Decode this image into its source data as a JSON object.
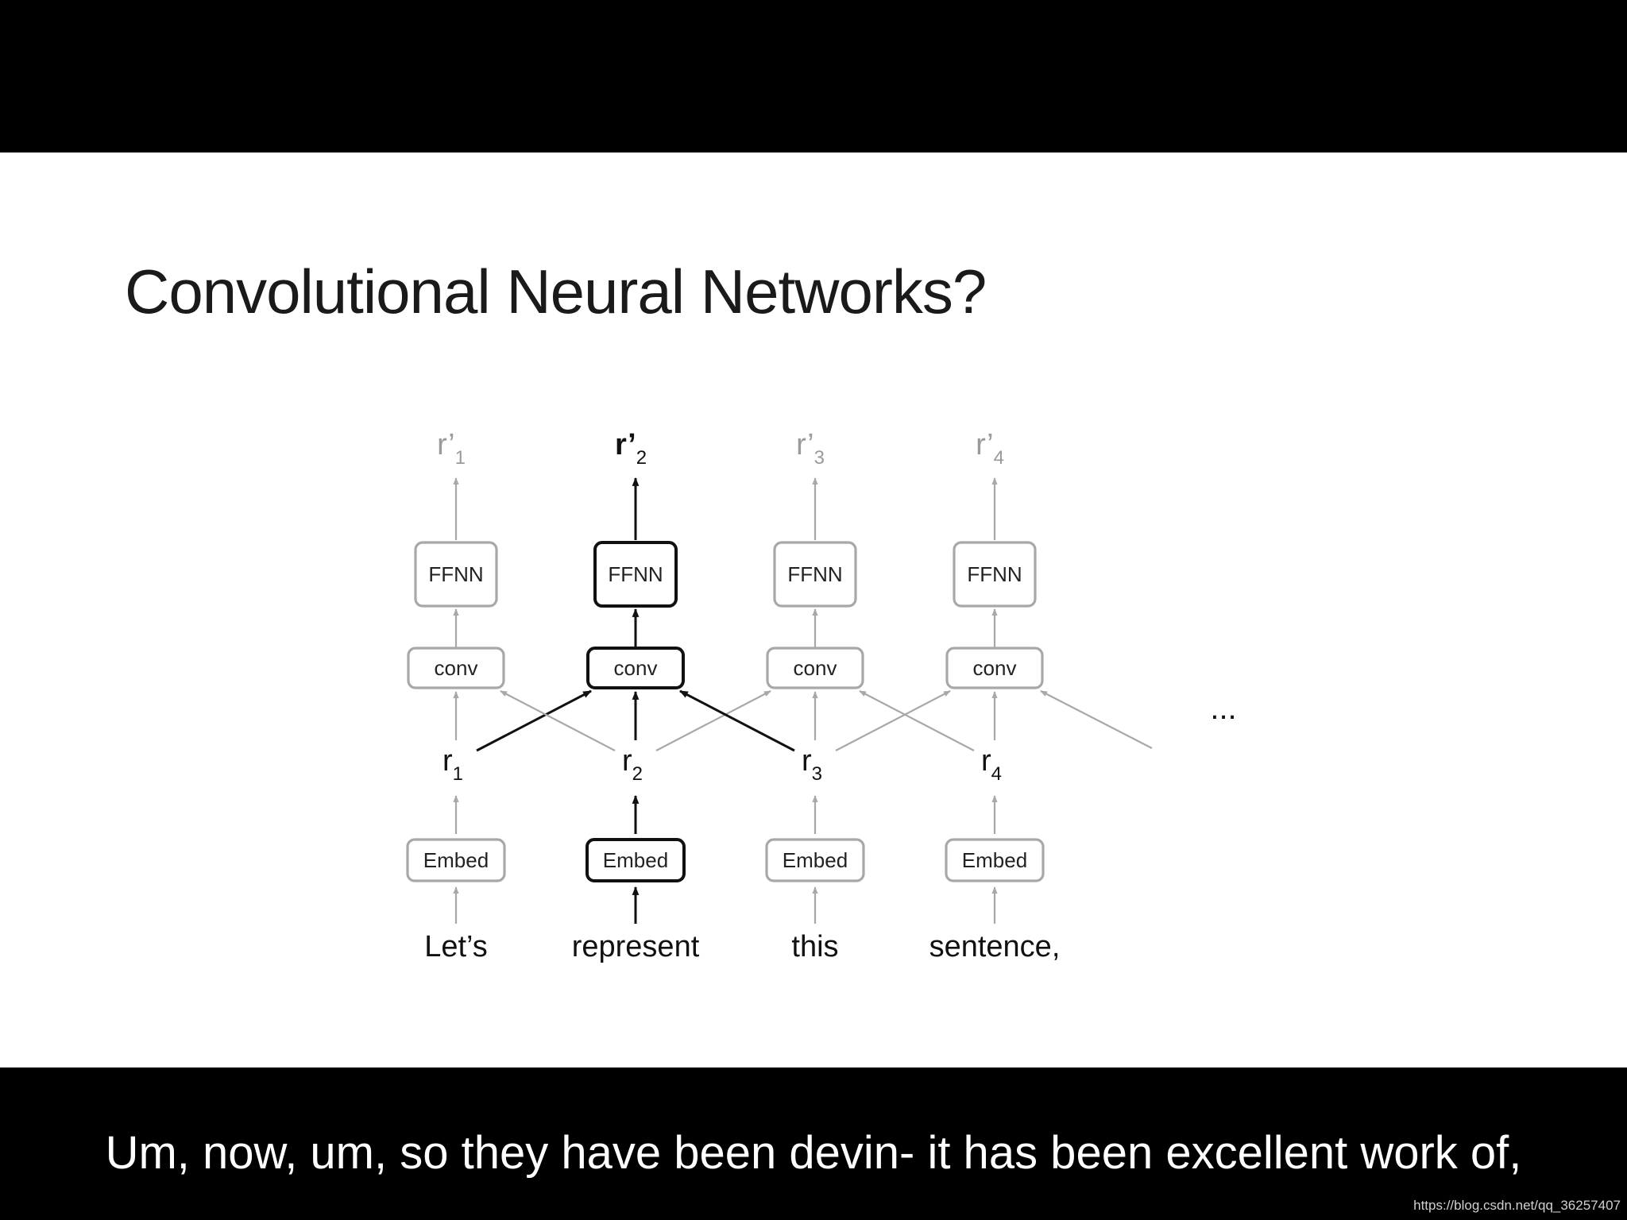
{
  "slide": {
    "title": "Convolutional Neural Networks?",
    "continuation": "..."
  },
  "columns": [
    {
      "output_base": "r’",
      "output_sub": "1",
      "ffnn": "FFNN",
      "conv": "conv",
      "rep_base": "r",
      "rep_sub": "1",
      "embed": "Embed",
      "word": "Let’s",
      "highlight": false
    },
    {
      "output_base": "r’",
      "output_sub": "2",
      "ffnn": "FFNN",
      "conv": "conv",
      "rep_base": "r",
      "rep_sub": "2",
      "embed": "Embed",
      "word": "represent",
      "highlight": true
    },
    {
      "output_base": "r’",
      "output_sub": "3",
      "ffnn": "FFNN",
      "conv": "conv",
      "rep_base": "r",
      "rep_sub": "3",
      "embed": "Embed",
      "word": "this",
      "highlight": false
    },
    {
      "output_base": "r’",
      "output_sub": "4",
      "ffnn": "FFNN",
      "conv": "conv",
      "rep_base": "r",
      "rep_sub": "4",
      "embed": "Embed",
      "word": "sentence,",
      "highlight": false
    }
  ],
  "colors": {
    "active": "#111111",
    "inactive": "#a8a8a8",
    "inactive_text": "#9a9a9a",
    "box_text": "#222222"
  },
  "caption": "Um, now, um, so they have been devin- it has been excellent work of,",
  "watermark": "https://blog.csdn.net/qq_36257407"
}
